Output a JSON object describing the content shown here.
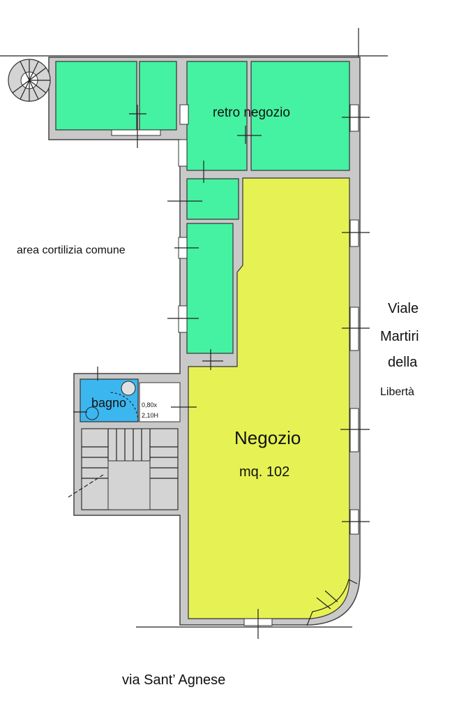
{
  "labels": {
    "retro_negozio": "retro negozio",
    "area_cortilizia": "area  cortilizia comune",
    "viale_1": "Viale",
    "viale_2": "Martiri",
    "viale_3": "della",
    "viale_4": "Libertà",
    "bagno": "bagno",
    "door_dim_1": "0,80x",
    "door_dim_2": "2,10H",
    "negozio": "Negozio",
    "area_mq": "mq. 102",
    "via_sant_agnese": "via Sant’ Agnese"
  },
  "colors": {
    "retro": "#44f2a2",
    "negozio": "#e6f253",
    "bagno": "#3cb6ef",
    "stair": "#d4d4d4",
    "wall": "#c9c9c9"
  }
}
